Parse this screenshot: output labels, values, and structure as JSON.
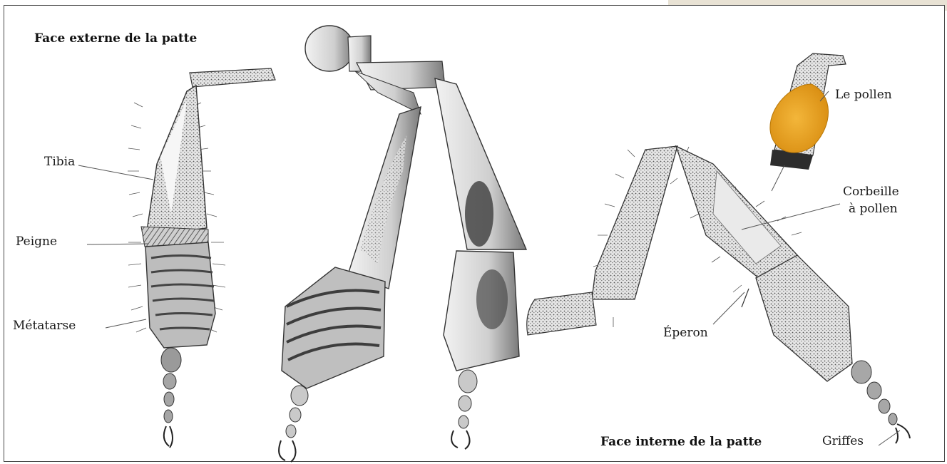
{
  "titles": {
    "external": "Face externe de la patte",
    "internal": "Face interne de la patte"
  },
  "labels": {
    "tibia": "Tibia",
    "peigne": "Peigne",
    "metatarse": "Métatarse",
    "pollen": "Le pollen",
    "corbeille_line1": "Corbeille",
    "corbeille_line2": "à pollen",
    "eperon": "Éperon",
    "griffes": "Griffes"
  },
  "colors": {
    "pollen": "#e8a21f",
    "ink": "#2a2a2a",
    "header_tab": "#e8e2d4"
  }
}
